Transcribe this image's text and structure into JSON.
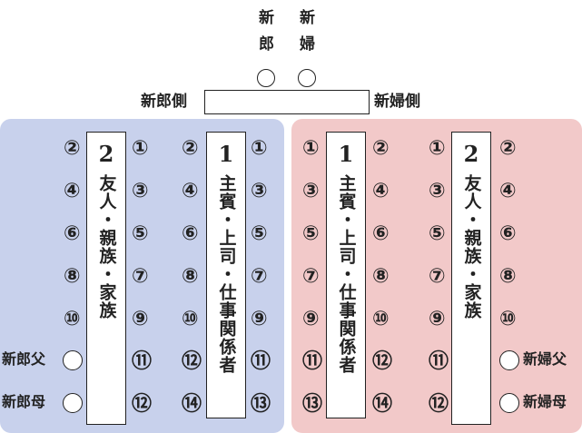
{
  "couple": {
    "groom": "新郎",
    "bride": "新婦"
  },
  "high_table": {
    "left_label": "新郎側",
    "right_label": "新婦側"
  },
  "colors": {
    "groom_side": "#c8d1ec",
    "bride_side": "#f2c9c9"
  },
  "parents": {
    "groom_father": "新郎父",
    "groom_mother": "新郎母",
    "bride_father": "新婦父",
    "bride_mother": "新婦母"
  },
  "tables": {
    "groom_t2": {
      "number": "2",
      "label": "友人・親族・家族"
    },
    "groom_t1": {
      "number": "1",
      "label": "主賓・上司・仕事関係者"
    },
    "bride_t1": {
      "number": "1",
      "label": "主賓・上司・仕事関係者"
    },
    "bride_t2": {
      "number": "2",
      "label": "友人・親族・家族"
    }
  },
  "seats": {
    "groom_t2_left": [
      "②",
      "④",
      "⑥",
      "⑧",
      "⑩"
    ],
    "groom_t2_right": [
      "①",
      "③",
      "⑤",
      "⑦",
      "⑨",
      "⑪",
      "⑫"
    ],
    "groom_t1_left": [
      "②",
      "④",
      "⑥",
      "⑧",
      "⑩",
      "⑫",
      "⑭"
    ],
    "groom_t1_right": [
      "①",
      "③",
      "⑤",
      "⑦",
      "⑨",
      "⑪",
      "⑬"
    ],
    "bride_t1_left": [
      "①",
      "③",
      "⑤",
      "⑦",
      "⑨",
      "⑪",
      "⑬"
    ],
    "bride_t1_right": [
      "②",
      "④",
      "⑥",
      "⑧",
      "⑩",
      "⑫",
      "⑭"
    ],
    "bride_t2_left": [
      "①",
      "③",
      "⑤",
      "⑦",
      "⑨",
      "⑪",
      "⑫"
    ],
    "bride_t2_right": [
      "②",
      "④",
      "⑥",
      "⑧",
      "⑩"
    ]
  }
}
